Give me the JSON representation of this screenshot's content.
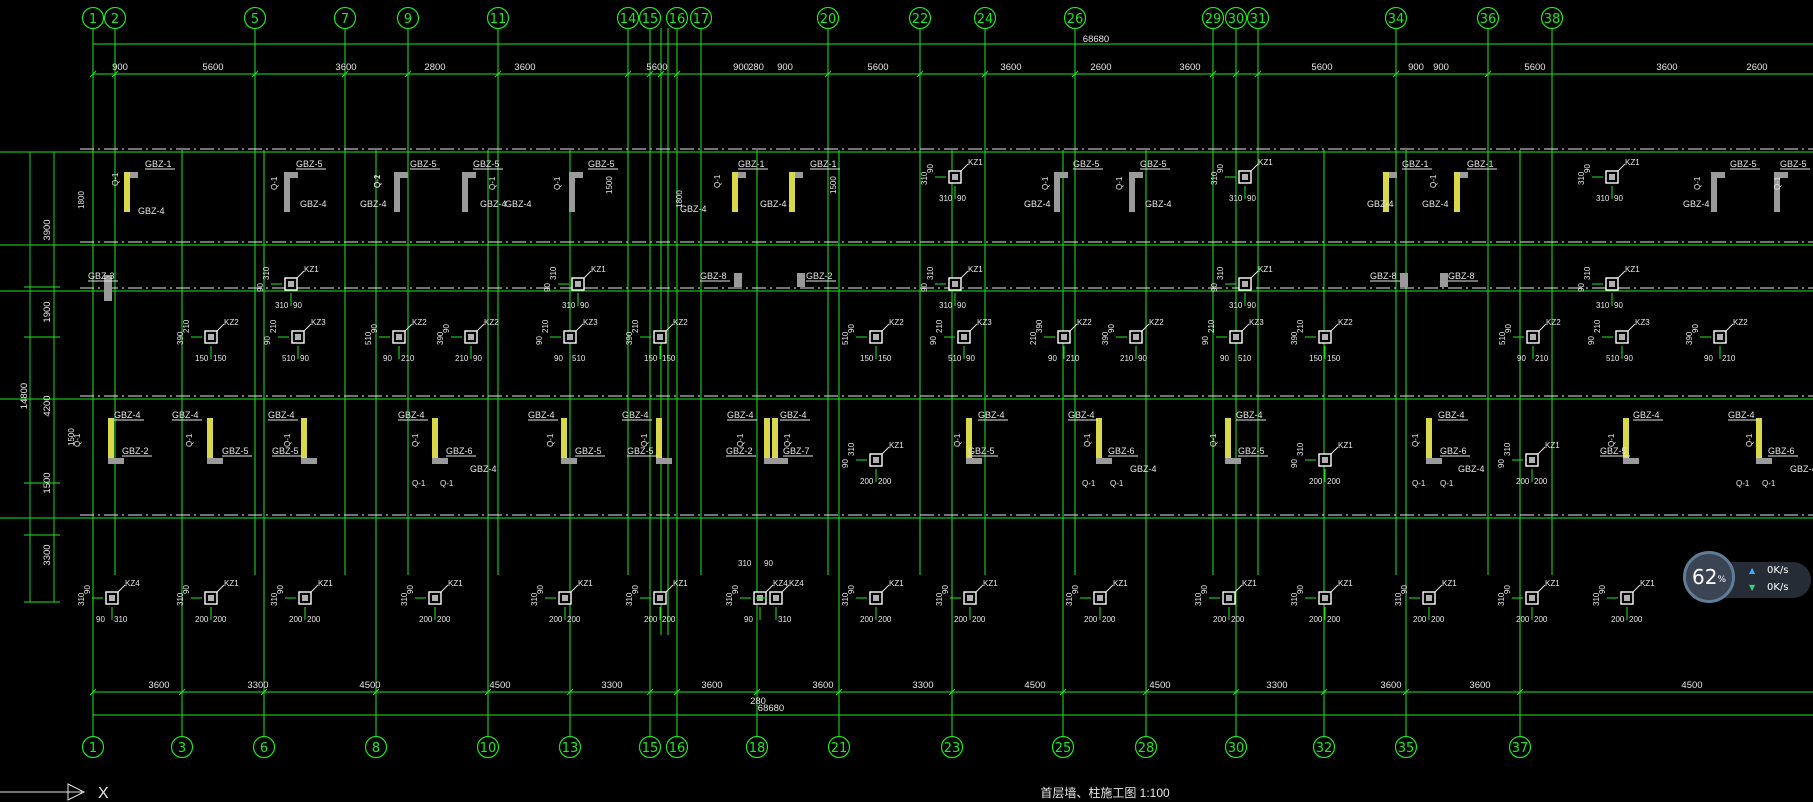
{
  "colors": {
    "background": "#000000",
    "grid": "#1ee61e",
    "wall": "#e6e6e6",
    "column": "#ffffff",
    "gbz_fill": "#9a9a9a",
    "gbz_accent": "#d8d84a"
  },
  "top_axes": [
    "1",
    "2",
    "5",
    "7",
    "9",
    "11",
    "14",
    "15",
    "16",
    "17",
    "20",
    "22",
    "24",
    "26",
    "29",
    "30",
    "31",
    "34",
    "36",
    "38"
  ],
  "bottom_axes": [
    "1",
    "3",
    "6",
    "8",
    "10",
    "13",
    "15",
    "16",
    "18",
    "21",
    "23",
    "25",
    "28",
    "30",
    "32",
    "35",
    "37"
  ],
  "top_overall_dim": "68680",
  "top_dims": [
    "900",
    "5600",
    "3600",
    "2800",
    "3600",
    "5600",
    "900",
    "280",
    "900",
    "5600",
    "3600",
    "2600",
    "3600",
    "5600",
    "900",
    "900",
    "5600",
    "3600",
    "2600"
  ],
  "bottom_dims": [
    "3600",
    "3300",
    "4500",
    "4500",
    "3300",
    "3600",
    "3600",
    "3300",
    "4500",
    "4500",
    "3300",
    "3600",
    "3600",
    "4500"
  ],
  "bottom_mid_dim": "280",
  "bottom_overall_dim": "68680",
  "left_total_dim": "14800",
  "left_dims": [
    "3900",
    "1900",
    "4200",
    "1500",
    "3300"
  ],
  "left_small_dim": "1800",
  "wall_labels": {
    "gbz1": "GBZ-1",
    "gbz2": "GBZ-2",
    "gbz3": "GBZ-3",
    "gbz4": "GBZ-4",
    "gbz5": "GBZ-5",
    "gbz6": "GBZ-6",
    "gbz7": "GBZ-7",
    "gbz8": "GBZ-8",
    "q1": "Q-1",
    "q2": "Q-2",
    "kz1": "KZ1",
    "kz2": "KZ2",
    "kz3": "KZ3",
    "kz4": "KZ4"
  },
  "small_dims": {
    "d90": "90",
    "d310": "310",
    "d150": "150",
    "d200": "200",
    "d210": "210",
    "d390": "390",
    "d510": "510",
    "d1500": "1500",
    "d1800": "1800"
  },
  "drawing_title": "首层墙、柱施工图 1:100",
  "ucs_label": "X",
  "speed_widget": {
    "percent": "62",
    "unit": "%",
    "upload": "0K/s",
    "download": "0K/s",
    "up_icon": "triangle-up",
    "down_icon": "triangle-down"
  }
}
